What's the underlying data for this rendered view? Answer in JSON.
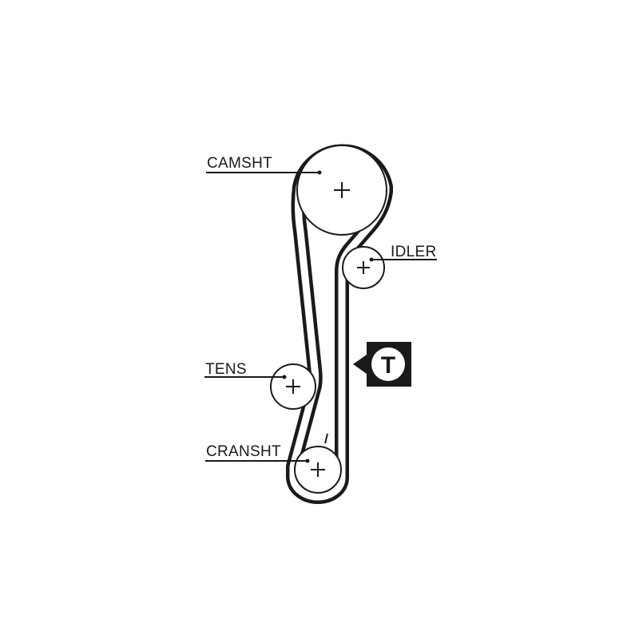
{
  "labels": {
    "camshaft": "CAMSHT",
    "idler": "IDLER",
    "tensioner": "TENS",
    "crankshaft": "CRANSHT"
  },
  "tension_marker": {
    "letter": "T"
  },
  "colors": {
    "line": "#1a1a1a",
    "background": "#ffffff"
  }
}
